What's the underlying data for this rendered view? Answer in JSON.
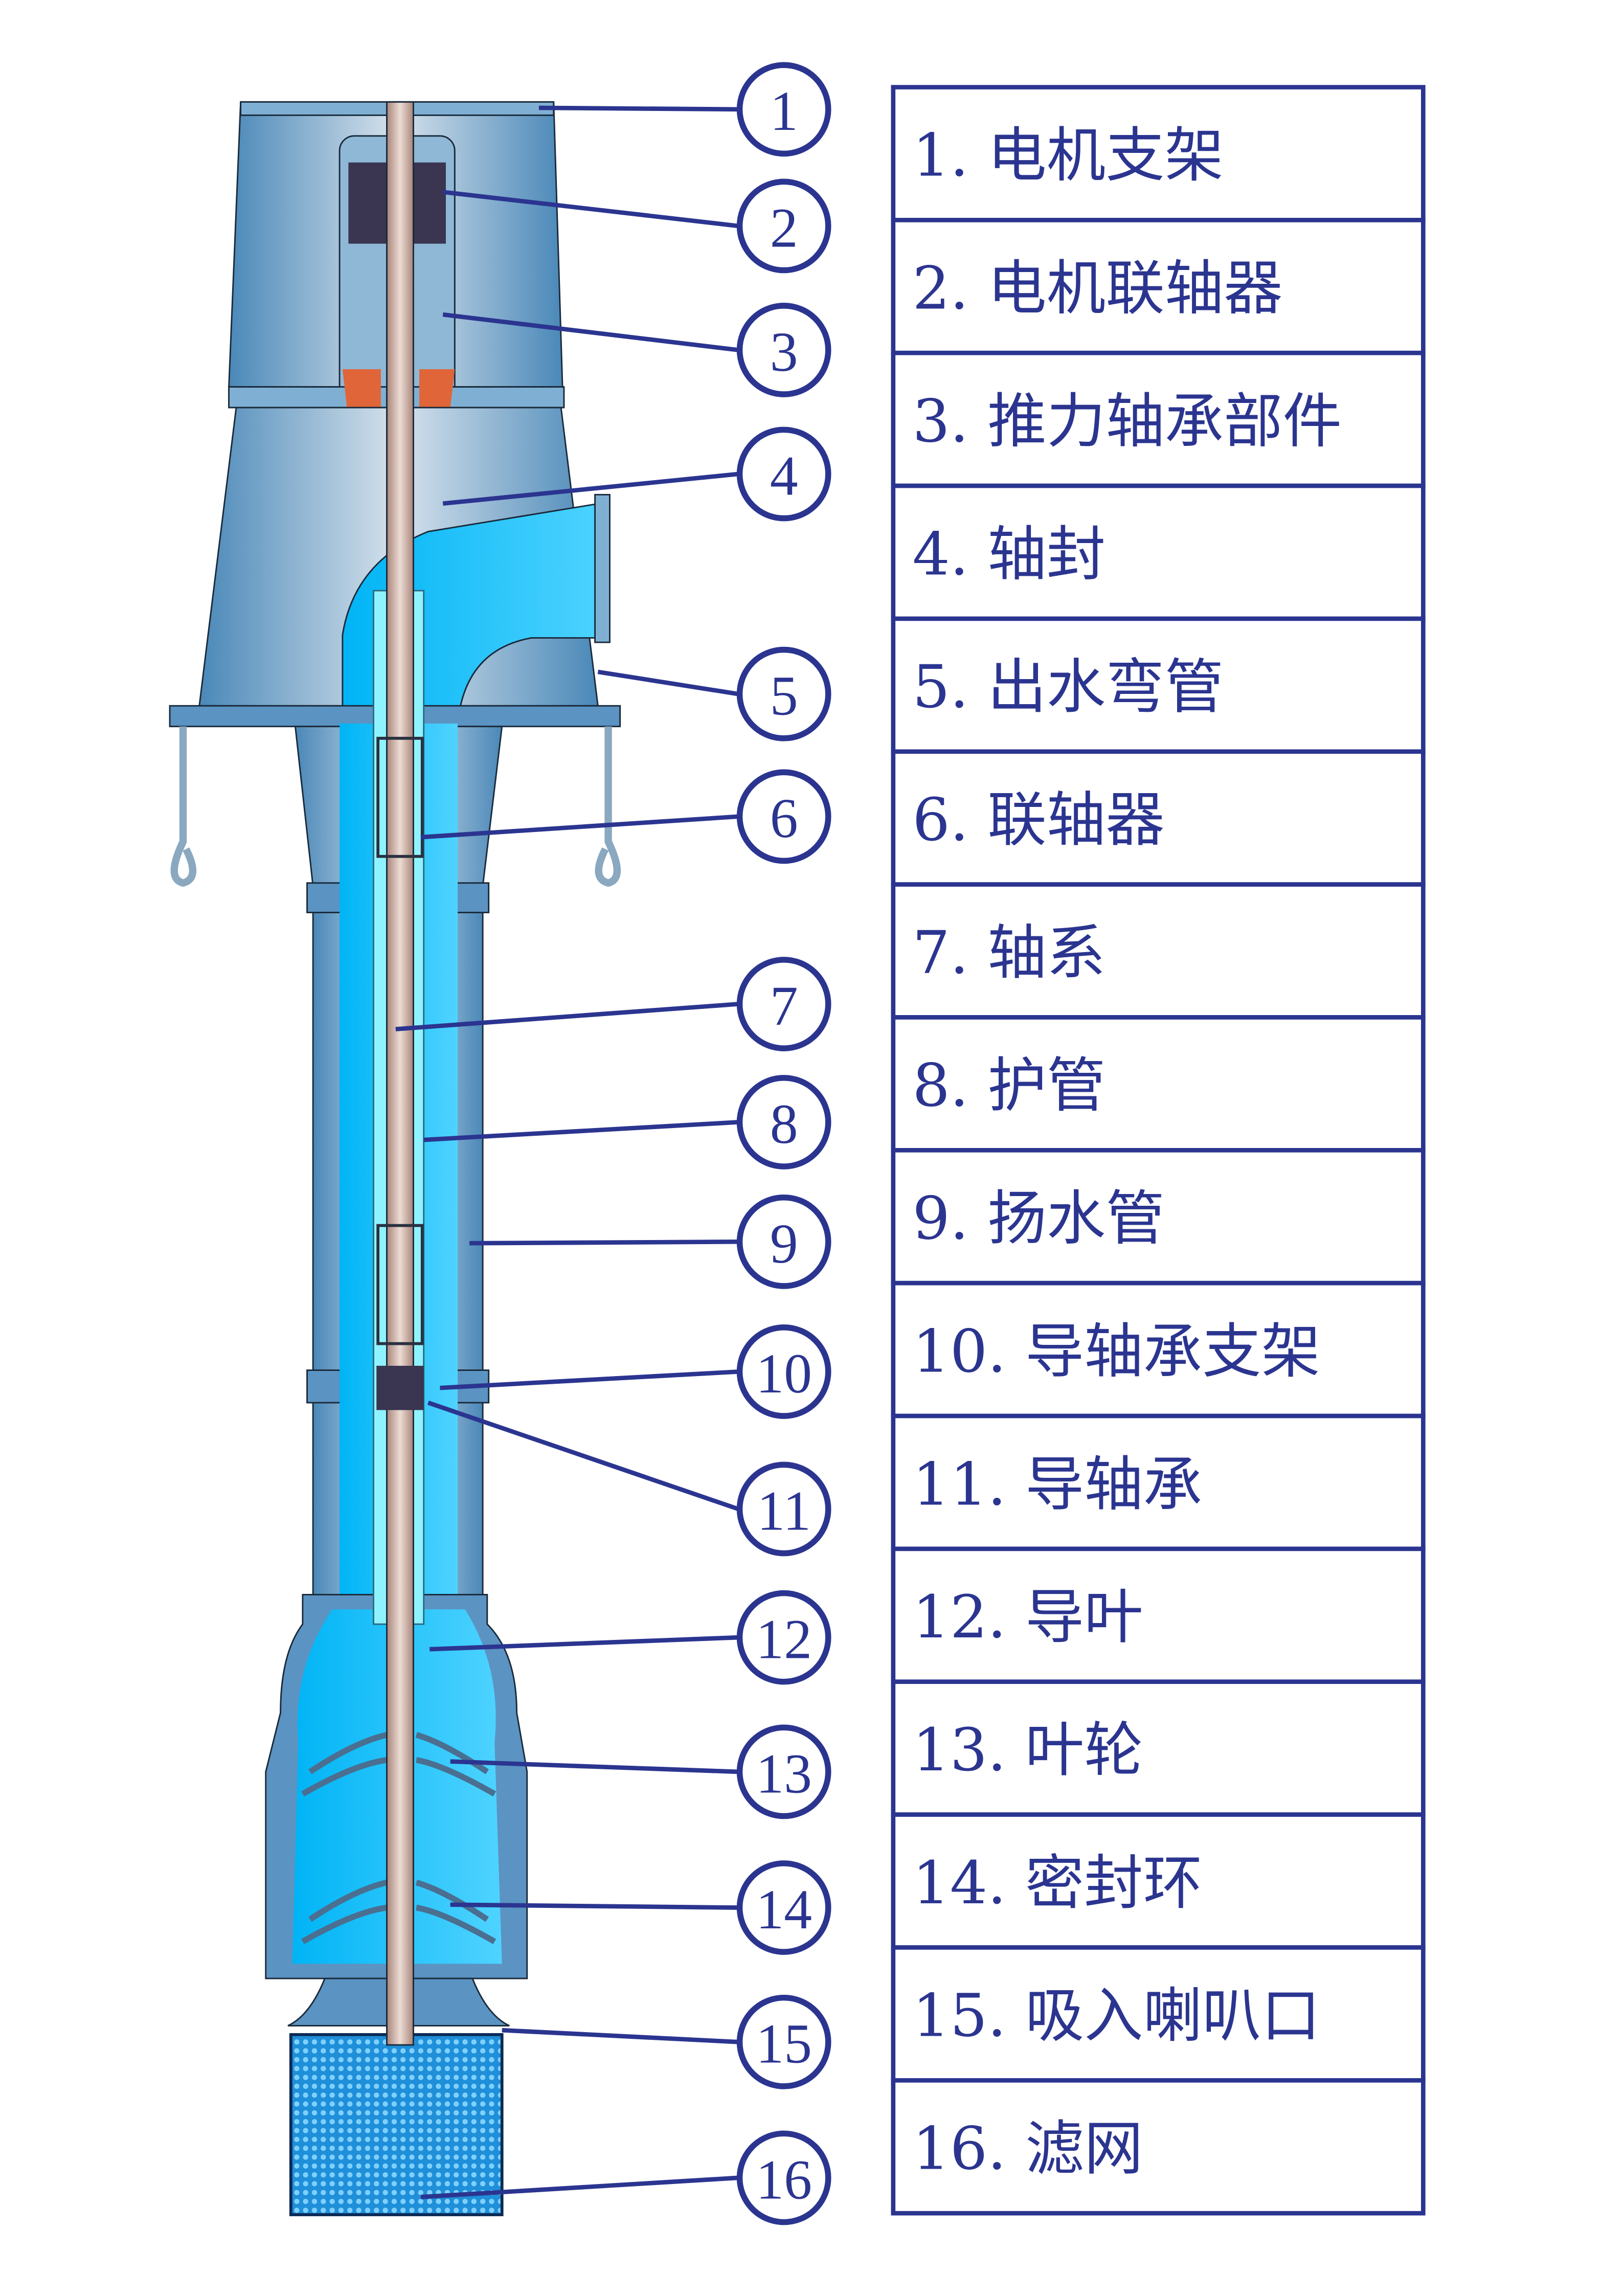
{
  "colors": {
    "accent": "#2b3590",
    "body": "#6fa3c8",
    "water": "#1ec8ff",
    "shaft": "#c9a99a",
    "bearing": "#e0663a"
  },
  "parts": [
    {
      "num": "1",
      "label": "1. 电机支架"
    },
    {
      "num": "2",
      "label": "2. 电机联轴器"
    },
    {
      "num": "3",
      "label": "3. 推力轴承部件"
    },
    {
      "num": "4",
      "label": "4. 轴封"
    },
    {
      "num": "5",
      "label": "5. 出水弯管"
    },
    {
      "num": "6",
      "label": "6. 联轴器"
    },
    {
      "num": "7",
      "label": "7. 轴系"
    },
    {
      "num": "8",
      "label": "8. 护管"
    },
    {
      "num": "9",
      "label": "9. 扬水管"
    },
    {
      "num": "10",
      "label": "10. 导轴承支架"
    },
    {
      "num": "11",
      "label": "11. 导轴承"
    },
    {
      "num": "12",
      "label": "12. 导叶"
    },
    {
      "num": "13",
      "label": "13. 叶轮"
    },
    {
      "num": "14",
      "label": "14. 密封环"
    },
    {
      "num": "15",
      "label": "15. 吸入喇叭口"
    },
    {
      "num": "16",
      "label": "16. 滤网"
    }
  ]
}
